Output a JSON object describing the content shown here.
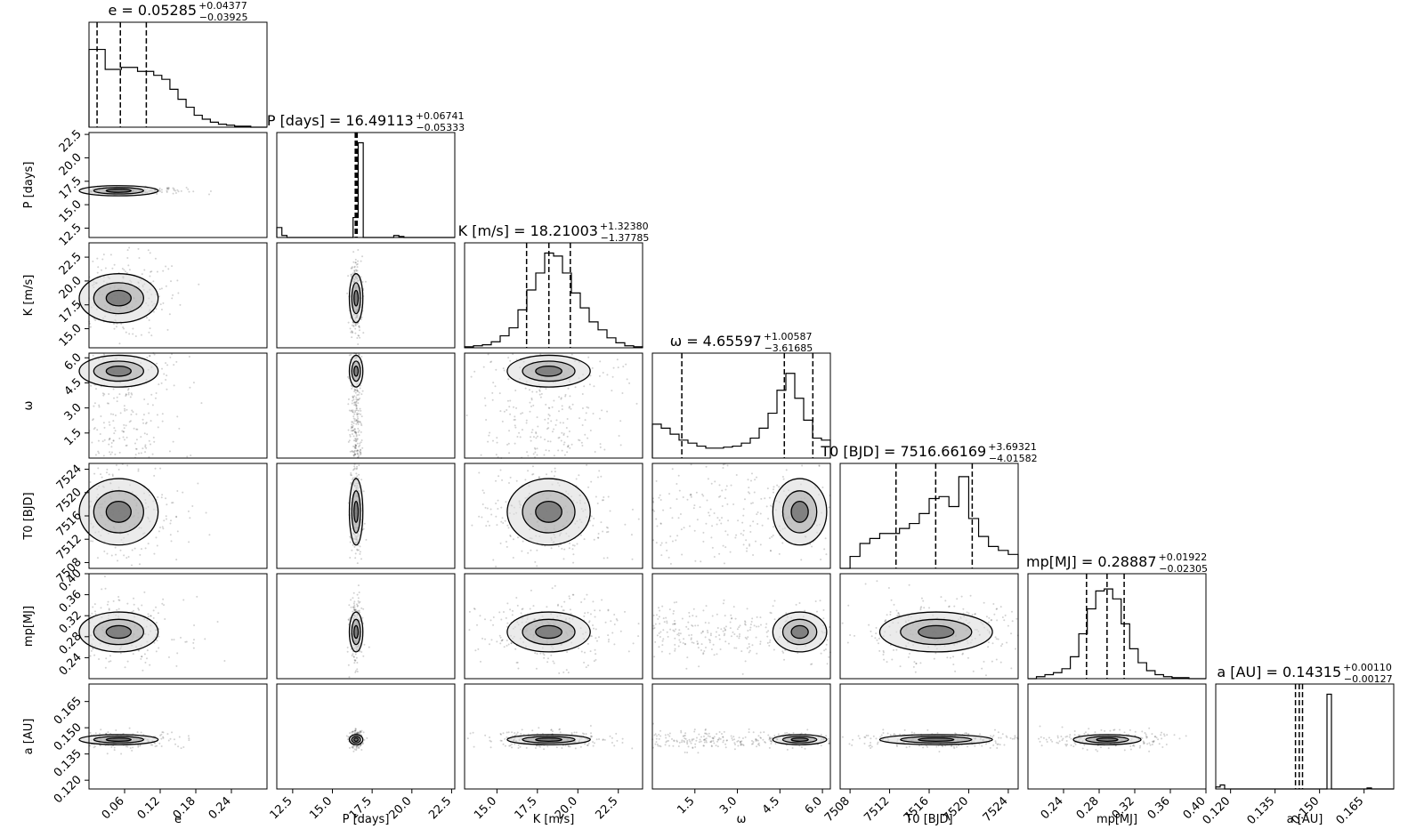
{
  "chart_data": {
    "type": "corner",
    "parameters": [
      {
        "key": "e",
        "label": "e",
        "range": [
          0.0,
          0.3
        ],
        "ticks": [
          "0.06",
          "0.12",
          "0.18",
          "0.24"
        ],
        "tick_values": [
          0.06,
          0.12,
          0.18,
          0.24
        ],
        "title_main": "e = 0.05285",
        "title_plus": "+0.04377",
        "title_minus": "−0.03925",
        "quantiles": [
          0.0136,
          0.05285,
          0.0966
        ],
        "hist": [
          0.78,
          0.78,
          0.58,
          0.58,
          0.6,
          0.6,
          0.56,
          0.56,
          0.52,
          0.48,
          0.38,
          0.28,
          0.2,
          0.12,
          0.08,
          0.05,
          0.03,
          0.02,
          0.01,
          0.01,
          0.0,
          0.0
        ]
      },
      {
        "key": "P",
        "label": "P [days]",
        "range": [
          11.5,
          22.7
        ],
        "ticks": [
          "12.5",
          "15.0",
          "17.5",
          "20.0",
          "22.5"
        ],
        "tick_values": [
          12.5,
          15.0,
          17.5,
          20.0,
          22.5
        ],
        "title_main": "P [days] = 16.49113",
        "title_plus": "+0.06741",
        "title_minus": "−0.05333",
        "quantiles": [
          16.4378,
          16.49113,
          16.5585
        ],
        "hist": [
          0.1,
          0.02,
          0.0,
          0.0,
          0.0,
          0.0,
          0.0,
          0.0,
          0.0,
          0.0,
          0.0,
          0.0,
          0.0,
          0.0,
          0.0,
          0.2,
          0.95,
          0.0,
          0.0,
          0.0,
          0.0,
          0.0,
          0.0,
          0.02,
          0.01,
          0.0,
          0.0,
          0.0,
          0.0,
          0.0,
          0.0,
          0.0,
          0.0,
          0.0,
          0.0
        ]
      },
      {
        "key": "K",
        "label": "K [m/s]",
        "range": [
          13.0,
          24.0
        ],
        "ticks": [
          "15.0",
          "17.5",
          "20.0",
          "22.5"
        ],
        "tick_values": [
          15.0,
          17.5,
          20.0,
          22.5
        ],
        "title_main": "K [m/s] = 18.21003",
        "title_plus": "+1.32380",
        "title_minus": "−1.37785",
        "quantiles": [
          16.832,
          18.21003,
          19.534
        ],
        "hist": [
          0.01,
          0.02,
          0.03,
          0.06,
          0.12,
          0.2,
          0.38,
          0.58,
          0.75,
          0.95,
          0.92,
          0.75,
          0.55,
          0.4,
          0.26,
          0.18,
          0.1,
          0.05,
          0.02,
          0.01
        ]
      },
      {
        "key": "w",
        "label": "ω",
        "range": [
          0.0,
          6.28
        ],
        "ticks": [
          "1.5",
          "3.0",
          "4.5",
          "6.0"
        ],
        "tick_values": [
          1.5,
          3.0,
          4.5,
          6.0
        ],
        "title_main": "ω = 4.65597",
        "title_plus": "+1.00587",
        "title_minus": "−3.61685",
        "quantiles": [
          1.039,
          4.65597,
          5.662
        ],
        "hist": [
          0.34,
          0.3,
          0.24,
          0.18,
          0.15,
          0.12,
          0.1,
          0.1,
          0.11,
          0.12,
          0.15,
          0.2,
          0.3,
          0.45,
          0.68,
          0.85,
          0.6,
          0.38,
          0.2,
          0.18
        ]
      },
      {
        "key": "T0",
        "label": "T0 [BJD]",
        "range": [
          7507.0,
          7525.0
        ],
        "ticks": [
          "7508",
          "7512",
          "7516",
          "7520",
          "7524"
        ],
        "tick_values": [
          7508,
          7512,
          7516,
          7520,
          7524
        ],
        "title_main": "T0 [BJD] = 7516.66169",
        "title_plus": "+3.69321",
        "title_minus": "−4.01582",
        "quantiles": [
          7512.646,
          7516.66169,
          7520.355
        ],
        "hist": [
          0.0,
          0.12,
          0.25,
          0.3,
          0.35,
          0.35,
          0.4,
          0.45,
          0.55,
          0.7,
          0.72,
          0.62,
          0.92,
          0.5,
          0.32,
          0.22,
          0.18,
          0.14
        ]
      },
      {
        "key": "mp",
        "label": "mp[MJ]",
        "range": [
          0.2,
          0.4
        ],
        "ticks": [
          "0.24",
          "0.28",
          "0.32",
          "0.36",
          "0.40"
        ],
        "tick_values": [
          0.24,
          0.28,
          0.32,
          0.36,
          0.4
        ],
        "title_main": "mp[MJ] = 0.28887",
        "title_plus": "+0.01922",
        "title_minus": "−0.02305",
        "quantiles": [
          0.26582,
          0.28887,
          0.30809
        ],
        "hist": [
          0.0,
          0.02,
          0.04,
          0.06,
          0.1,
          0.22,
          0.45,
          0.7,
          0.88,
          0.9,
          0.8,
          0.55,
          0.3,
          0.16,
          0.08,
          0.04,
          0.02,
          0.01,
          0.01,
          0.0,
          0.0
        ]
      },
      {
        "key": "a",
        "label": "a [AU]",
        "range": [
          0.115,
          0.175
        ],
        "ticks": [
          "0.120",
          "0.135",
          "0.150",
          "0.165"
        ],
        "tick_values": [
          0.12,
          0.135,
          0.15,
          0.165
        ],
        "title_main": "a [AU] = 0.14315",
        "title_plus": "+0.00110",
        "title_minus": "−0.00127",
        "quantiles": [
          0.14188,
          0.14315,
          0.14425
        ],
        "hist": [
          0.02,
          0.04,
          0.0,
          0.0,
          0.0,
          0.0,
          0.0,
          0.0,
          0.0,
          0.0,
          0.0,
          0.0,
          0.0,
          0.0,
          0.0,
          0.0,
          0.0,
          0.0,
          0.0,
          0.0,
          0.0,
          0.0,
          0.0,
          0.0,
          0.0,
          0.95,
          0.0,
          0.0,
          0.0,
          0.0,
          0.0,
          0.0,
          0.0,
          0.0,
          0.01,
          0.0,
          0.0,
          0.0,
          0.0,
          0.0
        ]
      }
    ]
  }
}
